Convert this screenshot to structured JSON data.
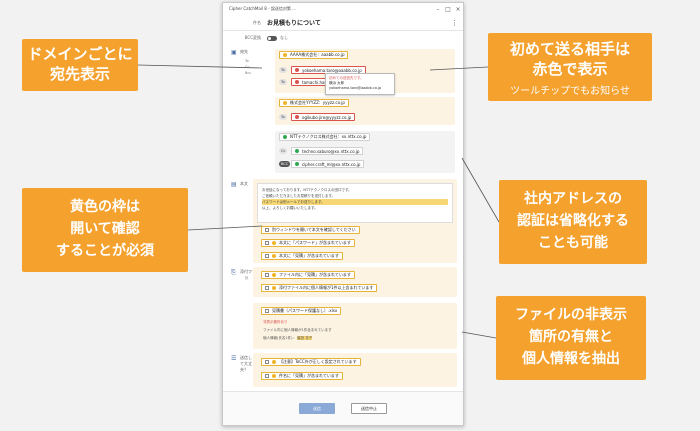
{
  "colors": {
    "accent": "#f4a12e",
    "window_bg": "#ffffff",
    "page_bg": "#f2f2f2"
  },
  "callouts": [
    {
      "l1": "ドメインごとに",
      "l2": "宛先表示",
      "sub": ""
    },
    {
      "l1": "初めて送る相手は",
      "l2": "赤色で表示",
      "sub": "ツールチップでもお知らせ"
    },
    {
      "l1": "社内アドレスの",
      "l2": "認証は省略化する",
      "l3": "ことも可能"
    },
    {
      "l1": "黄色の枠は",
      "l2": "開いて確認",
      "l3": "することが必須"
    },
    {
      "l1": "ファイルの非表示",
      "l2": "箇所の有無と",
      "l3": "個人情報を抽出"
    }
  ],
  "window": {
    "title": "Cipher CatchMail 8 - 誤送信対策 ...",
    "subject_label": "件名",
    "subject": "お見積もりについて",
    "toggle_label": "BCC変換",
    "toggle_value": "なし",
    "recipients": {
      "label": "宛先",
      "small": [
        "To",
        "Cc",
        "Bcc"
      ],
      "domains": [
        {
          "name": "AAAA株式会社：aaabb.co.jp",
          "entries": [
            "yokoehama.taro@aaabb.co.jp",
            "tamachi.hana..."
          ]
        },
        {
          "name": "株式会社YYYZZ：yyyzz.co.jp",
          "entries": [
            "ogikubo.jiro@yyyzz.co.jp"
          ]
        },
        {
          "name": "NTTテクノクロス株式会社：xx.nttx.co.jp",
          "entries": [
            "techno.saburo@xx.nttx.co.jp",
            "cipher.craft_ml@xx.nttx.co.jp"
          ]
        }
      ],
      "tags": [
        "To",
        "Cc",
        "BCC"
      ],
      "tooltip": {
        "warn": "初めての送信先です。",
        "name": "横浜 太郎",
        "addr": "yokoehama.taro@aaabb.co.jp"
      }
    },
    "body": {
      "label": "本文",
      "lines": [
        "お世話になっております。NTTテクノクロスの田口です。",
        "ご依頼いただきましたお見積りを送付します。",
        "パスワードは別メールでお送りします。",
        "以上、よろしくお願いいたします。"
      ],
      "checks": [
        "別ウィンドウを開いて本文を確認してください",
        "本文に「パスワード」が含まれています",
        "本文に「見積」が含まれています"
      ]
    },
    "attach": {
      "label": "添付ファイル",
      "small": "計",
      "checks": [
        "ファイル内に「見積」が含まれています",
        "添付ファイル内に個人情報が1件以上含まれています"
      ],
      "file": "見積書（パスワード保護なし）.xlsx",
      "notes": [
        "非表示箇所あり",
        "ファイル内に個人情報が1件含まれています",
        "個人情報(氏名1件)：",
        "脇田 花子"
      ]
    },
    "extra": {
      "label": "送信して大丈夫？",
      "checks": [
        "【注意】ToCC外が正しく設定されています",
        "件名に「見積」が含まれています"
      ]
    },
    "send_label": "送信",
    "cancel_label": "送信中止"
  }
}
